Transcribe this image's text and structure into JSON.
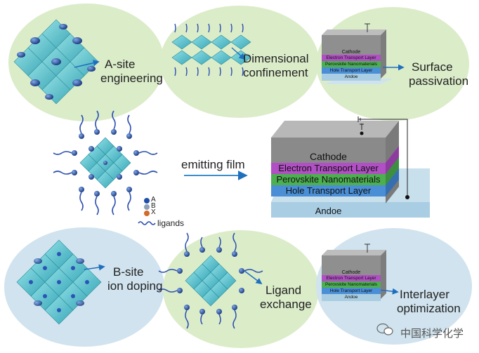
{
  "colors": {
    "green_panel": "#dbecc9",
    "blue_panel": "#d0e3ee",
    "crystal": "#5fc2cf",
    "ion_blue": "#1f4fa8",
    "arrow": "#3b8fd0",
    "cathode": "#8a8a8a",
    "etl": "#b14fc4",
    "perovskite": "#4caf50",
    "htl": "#4a8fd6",
    "anode": "#a9cde2"
  },
  "panels": {
    "a_site": {
      "label_line1": "A-site",
      "label_line2": "engineering"
    },
    "dimensional": {
      "label_line1": "Dimensional",
      "label_line2": "confinement"
    },
    "surface": {
      "label_line1": "Surface",
      "label_line2": "passivation"
    },
    "b_site": {
      "label_line1": "B-site",
      "label_line2": "ion doping"
    },
    "ligand": {
      "label_line1": "Ligand",
      "label_line2": "exchange"
    },
    "interlayer": {
      "label_line1": "Interlayer",
      "label_line2": "optimization"
    }
  },
  "center": {
    "arrow_label": "emitting film",
    "legend": {
      "a": "A",
      "b": "B",
      "x": "X",
      "ligands": "ligands"
    }
  },
  "device": {
    "cathode": "Cathode",
    "etl": "Electron Transport Layer",
    "perovskite": "Perovskite Nanomaterials",
    "htl": "Hole Transport Layer",
    "anode": "Andoe"
  },
  "small_device_top": {
    "cathode": "Cathode",
    "etl": "Electron Transport Layer",
    "perovskite": "Perovskite Nanomaterials",
    "htl": "Hole Transport Layer",
    "anode": "Andoe"
  },
  "small_device_bottom": {
    "cathode": "Cathode",
    "etl": "Electron Transport Layer",
    "perovskite": "Perovskite Nanomaterials",
    "htl": "Hole Transport Layer",
    "anode": "Andoe"
  },
  "watermark": "中国科学化学"
}
